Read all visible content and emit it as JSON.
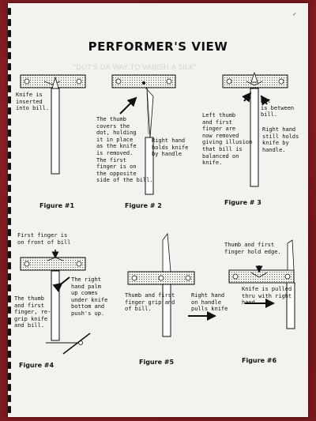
{
  "page": {
    "title": "PERFORMER'S VIEW",
    "corner_mark": "✓",
    "faint_text": "\"DOT'S DA WAY TO VANISH A SILK\""
  },
  "figures": [
    {
      "label": "Figure #1",
      "texts": [
        "Knife is\ninserted\ninto bill."
      ]
    },
    {
      "label": "Figure # 2",
      "texts": [
        "The thumb\ncovers the\ndot, holding\nit in place\nas the knife\nis removed.\nThe first\nfinger is on\nthe opposite\nside of the bill.",
        "Right hand\nholds knife\nby handle"
      ]
    },
    {
      "label": "Figure # 3",
      "texts": [
        "Left thumb\nand first\nfinger are\nnow removed\ngiving illusion\nthat bill is\nbalanced on\nknife.",
        "Dot\nis between\nbill.",
        "Right hand\nstill holds\nknife by\nhandle."
      ]
    },
    {
      "label": "Figure #4",
      "texts": [
        "First finger is\non front of bill",
        "The right\nhand palm\nup comes\nunder knife\nbottom and\npush's up.",
        "The thumb\nand first\nfinger, re-\ngrip knife\nand bill."
      ]
    },
    {
      "label": "Figure #5",
      "texts": [
        "Thumb and first\nfinger grip and\nof bill.",
        "Right hand\non handle\npulls knife"
      ]
    },
    {
      "label": "Figure #6",
      "texts": [
        "Thumb and first\nfinger hold edge.",
        "Knife is pulled\nthru with right\nhand."
      ]
    }
  ]
}
